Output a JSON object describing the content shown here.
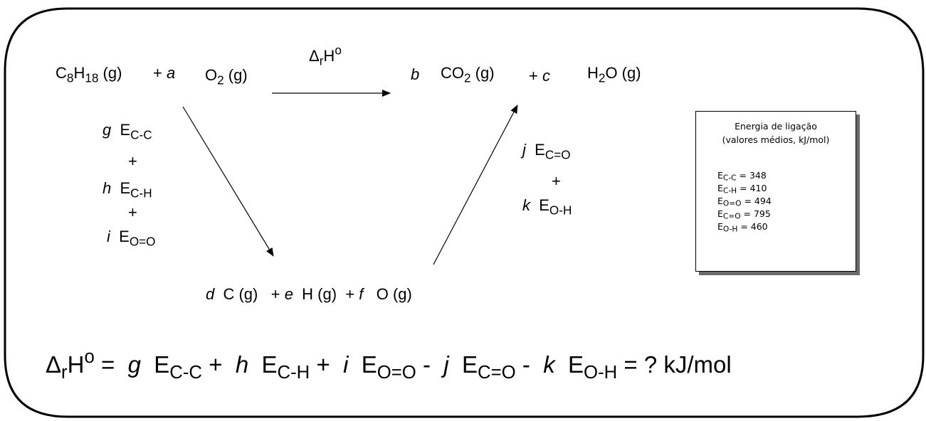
{
  "reaction": {
    "reactant_fuel": {
      "sym1": "C",
      "n1": "8",
      "sym2": "H",
      "n2": "18",
      "state": " (g)"
    },
    "plus_a": "+ ",
    "coef_a": "a",
    "oxygen": {
      "sym": "O",
      "n": "2",
      "state": " (g)"
    },
    "arrow_label": {
      "delta": "Δ",
      "r": "r",
      "h": "H",
      "deg": "o"
    },
    "coef_b": "b",
    "co2": {
      "sym": "CO",
      "n": "2",
      "state": " (g)"
    },
    "plus_c": "+ ",
    "coef_c": "c",
    "water": {
      "sym1": "H",
      "n": "2",
      "sym2": "O (g)"
    }
  },
  "break_terms": {
    "coef_g": "g",
    "e_cc": {
      "e": "E",
      "sub": "C-C"
    },
    "plus1": "+",
    "coef_h": "h",
    "e_ch": {
      "e": "E",
      "sub": "C-H"
    },
    "plus2": "+",
    "coef_i": "i",
    "e_oo": {
      "e": "E",
      "sub": "O=O"
    }
  },
  "form_terms": {
    "coef_j": "j",
    "e_co": {
      "e": "E",
      "sub": "C=O"
    },
    "plus": "+",
    "coef_k": "k",
    "e_oh": {
      "e": "E",
      "sub": "O-H"
    }
  },
  "atoms": {
    "coef_d": "d",
    "c_atom": "C (g)",
    "plus_e": "+ ",
    "coef_e": "e",
    "h_atom": "H (g)",
    "plus_f": "+ ",
    "coef_f": "f",
    "o_atom": "O (g)"
  },
  "equation": {
    "delta": "Δ",
    "r": "r",
    "h": "H",
    "deg": "o",
    "equals": " = ",
    "g": "g",
    "e1": "E",
    "s1": "C-C",
    "p1": " + ",
    "h2": "h",
    "e2": "E",
    "s2": "C-H",
    "p2": " + ",
    "i": "i",
    "e3": "E",
    "s3": "O=O",
    "m1": " - ",
    "j": "j",
    "e4": "E",
    "s4": "C=O",
    "m2": " - ",
    "k": "k",
    "e5": "E",
    "s5": "O-H",
    "tail": " = ?  kJ/mol"
  },
  "legend": {
    "title1": "Energia de ligação",
    "title2": "(valores médios, kJ/mol)",
    "rows": [
      {
        "e": "E",
        "sub": "C-C",
        "val": " = 348"
      },
      {
        "e": "E",
        "sub": "C-H",
        "val": " = 410"
      },
      {
        "e": "E",
        "sub": "O=O",
        "val": " = 494"
      },
      {
        "e": "E",
        "sub": "C=O",
        "val": " = 795"
      },
      {
        "e": "E",
        "sub": "O-H",
        "val": " = 460"
      }
    ]
  }
}
